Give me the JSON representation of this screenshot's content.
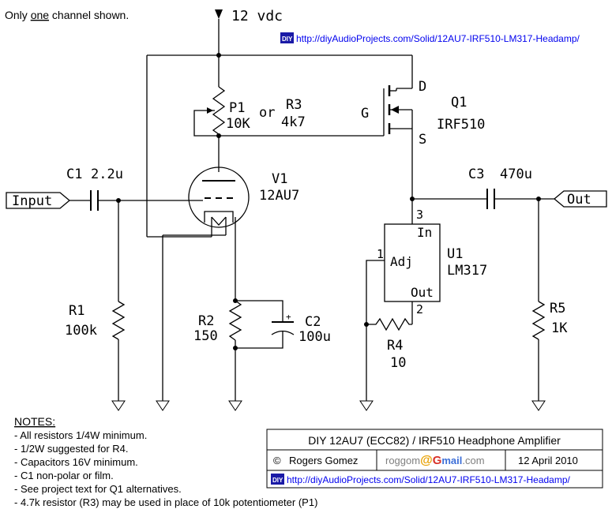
{
  "header": {
    "note_prefix": "Only ",
    "note_emph": "one",
    "note_suffix": " channel shown.",
    "diy_badge": "DIY",
    "url_top": "http://diyAudioProjects.com/Solid/12AU7-IRF510-LM317-Headamp/"
  },
  "supply": {
    "label": "12 vdc"
  },
  "components": {
    "p1": {
      "ref": "P1",
      "value": "10K"
    },
    "or_word": "or",
    "r3": {
      "ref": "R3",
      "value": "4k7"
    },
    "q1": {
      "ref": "Q1",
      "part": "IRF510",
      "pin_d": "D",
      "pin_g": "G",
      "pin_s": "S"
    },
    "v1": {
      "ref": "V1",
      "part": "12AU7"
    },
    "c1": {
      "ref": "C1",
      "value": "2.2u"
    },
    "c3": {
      "ref": "C3",
      "value": "470u"
    },
    "r1": {
      "ref": "R1",
      "value": "100k"
    },
    "r2": {
      "ref": "R2",
      "value": "150"
    },
    "c2": {
      "ref": "C2",
      "value": "100u",
      "polarity": "+"
    },
    "u1": {
      "ref": "U1",
      "part": "LM317",
      "pin_in": "In",
      "pin_adj": "Adj",
      "pin_out": "Out",
      "pin1": "1",
      "pin2": "2",
      "pin3": "3"
    },
    "r4": {
      "ref": "R4",
      "value": "10"
    },
    "r5": {
      "ref": "R5",
      "value": "1K"
    }
  },
  "ports": {
    "input": "Input",
    "output": "Out"
  },
  "notes": {
    "title": "NOTES:",
    "items": [
      "- All resistors 1/4W minimum.",
      "- 1/2W suggested for R4.",
      "- Capacitors 16V minimum.",
      "- C1 non-polar or film.",
      "- See project text for Q1 alternatives.",
      "- 4.7k resistor (R3) may be used in place of 10k potentiometer (P1)"
    ]
  },
  "title_block": {
    "title": "DIY 12AU7 (ECC82) / IRF510 Headphone Amplifier",
    "copyright_symbol": "©",
    "author": "Rogers Gomez",
    "email_user": "roggom",
    "email_at": "@",
    "email_provider_g": "G",
    "email_provider_rest": "mail",
    "email_tld": ".com",
    "date": "12 April 2010",
    "diy_badge": "DIY",
    "url": "http://diyAudioProjects.com/Solid/12AU7-IRF510-LM317-Headamp/"
  },
  "colors": {
    "wire": "#000000",
    "url_link": "#0000ee",
    "diy_badge_bg": "#1a1aa6",
    "email_at": "#e8a000",
    "gmail_blue": "#3d6fd8",
    "gmail_red": "#d8322a",
    "email_grey": "#7f7f7f"
  }
}
